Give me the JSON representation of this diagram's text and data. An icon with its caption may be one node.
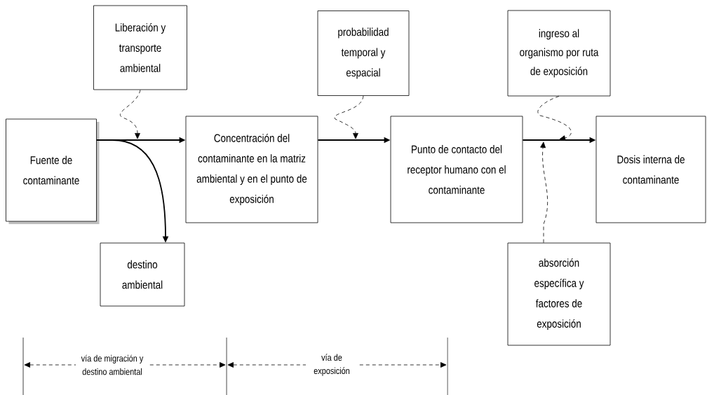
{
  "diagram": {
    "nodes": [
      {
        "text": [
          "Fuente de contaminante"
        ]
      },
      {
        "text": [
          "Liberación y transporte ambiental"
        ]
      },
      {
        "text": [
          "Concentración del contaminante en la matriz ambiental y en el punto de exposición"
        ]
      },
      {
        "text": [
          "destino ambiental"
        ]
      },
      {
        "text": [
          "probabilidad temporal y espacial"
        ]
      },
      {
        "text": [
          "Punto de contacto del receptor humano con el contaminante"
        ]
      },
      {
        "text": [
          "ingreso al organismo por ruta de exposición"
        ]
      },
      {
        "text": [
          "Dosis interna de contaminante"
        ]
      },
      {
        "text": [
          "absorción específica y factores de exposición"
        ]
      }
    ],
    "edges": [
      {
        "from": 0,
        "to": 2,
        "arrow": "to"
      },
      {
        "from": 0,
        "to": 3,
        "arrow": "to"
      },
      {
        "from": 1,
        "to": null,
        "arrow": "to",
        "style": "dashed"
      },
      {
        "from": 2,
        "to": 5,
        "arrow": "to"
      },
      {
        "from": 4,
        "to": null,
        "arrow": "to",
        "style": "dashed"
      },
      {
        "from": 5,
        "to": 7,
        "arrow": "to"
      },
      {
        "from": 6,
        "to": null,
        "arrow": "to",
        "style": "dashed"
      },
      {
        "from": 8,
        "to": null,
        "arrow": "to",
        "style": "dashed"
      }
    ],
    "labels": [
      "vía de migración y destino ambiental",
      "vía de exposición"
    ]
  }
}
